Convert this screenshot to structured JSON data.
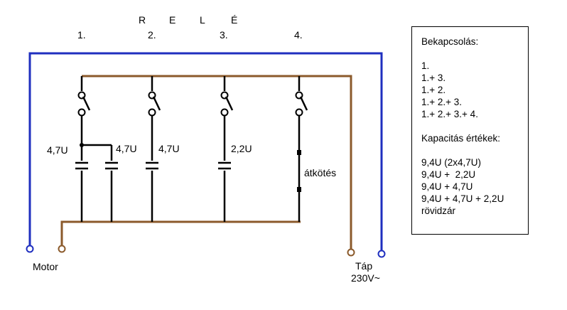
{
  "diagram": {
    "title_letters": [
      "R",
      "E",
      "L",
      "É"
    ],
    "relay_numbers": [
      "1.",
      "2.",
      "3.",
      "4."
    ],
    "capacitor_labels": [
      "4,7U",
      "4,7U",
      "4,7U",
      "2,2U"
    ],
    "bridge_label": "átkötés",
    "motor_label": "Motor",
    "supply_label": "Táp",
    "voltage_label": "230V~",
    "colors": {
      "blue_wire": "#1f2fbf",
      "brown_wire": "#8b5a2b",
      "black_wire": "#000000"
    }
  },
  "legend": {
    "switching_title": "Bekapcsolás:",
    "switching_steps": [
      "1.",
      "1.+ 3.",
      "1.+ 2.",
      "1.+ 2.+ 3.",
      "1.+ 2.+ 3.+ 4."
    ],
    "capacity_title": "Kapacitás értékek:",
    "capacity_values": [
      "9,4U (2x4,7U)",
      "9,4U +  2,2U",
      "9,4U + 4,7U",
      "9,4U + 4,7U + 2,2U",
      "rövidzár"
    ]
  }
}
